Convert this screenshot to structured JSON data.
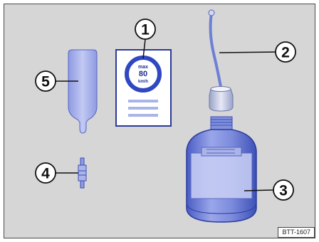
{
  "diagram": {
    "callouts": [
      {
        "id": "1",
        "label": "1"
      },
      {
        "id": "2",
        "label": "2"
      },
      {
        "id": "3",
        "label": "3"
      },
      {
        "id": "4",
        "label": "4"
      },
      {
        "id": "5",
        "label": "5"
      }
    ],
    "sticker": {
      "line1": "max",
      "line2": "80",
      "line3": "km/h"
    },
    "figure_code": "BTT-1607"
  },
  "colors": {
    "background": "#d6d6d6",
    "part_blue_light": "#aab4e8",
    "part_blue_mid": "#6e7fd6",
    "part_blue_dark": "#3a4fb8",
    "outline": "#2a3a9a"
  }
}
